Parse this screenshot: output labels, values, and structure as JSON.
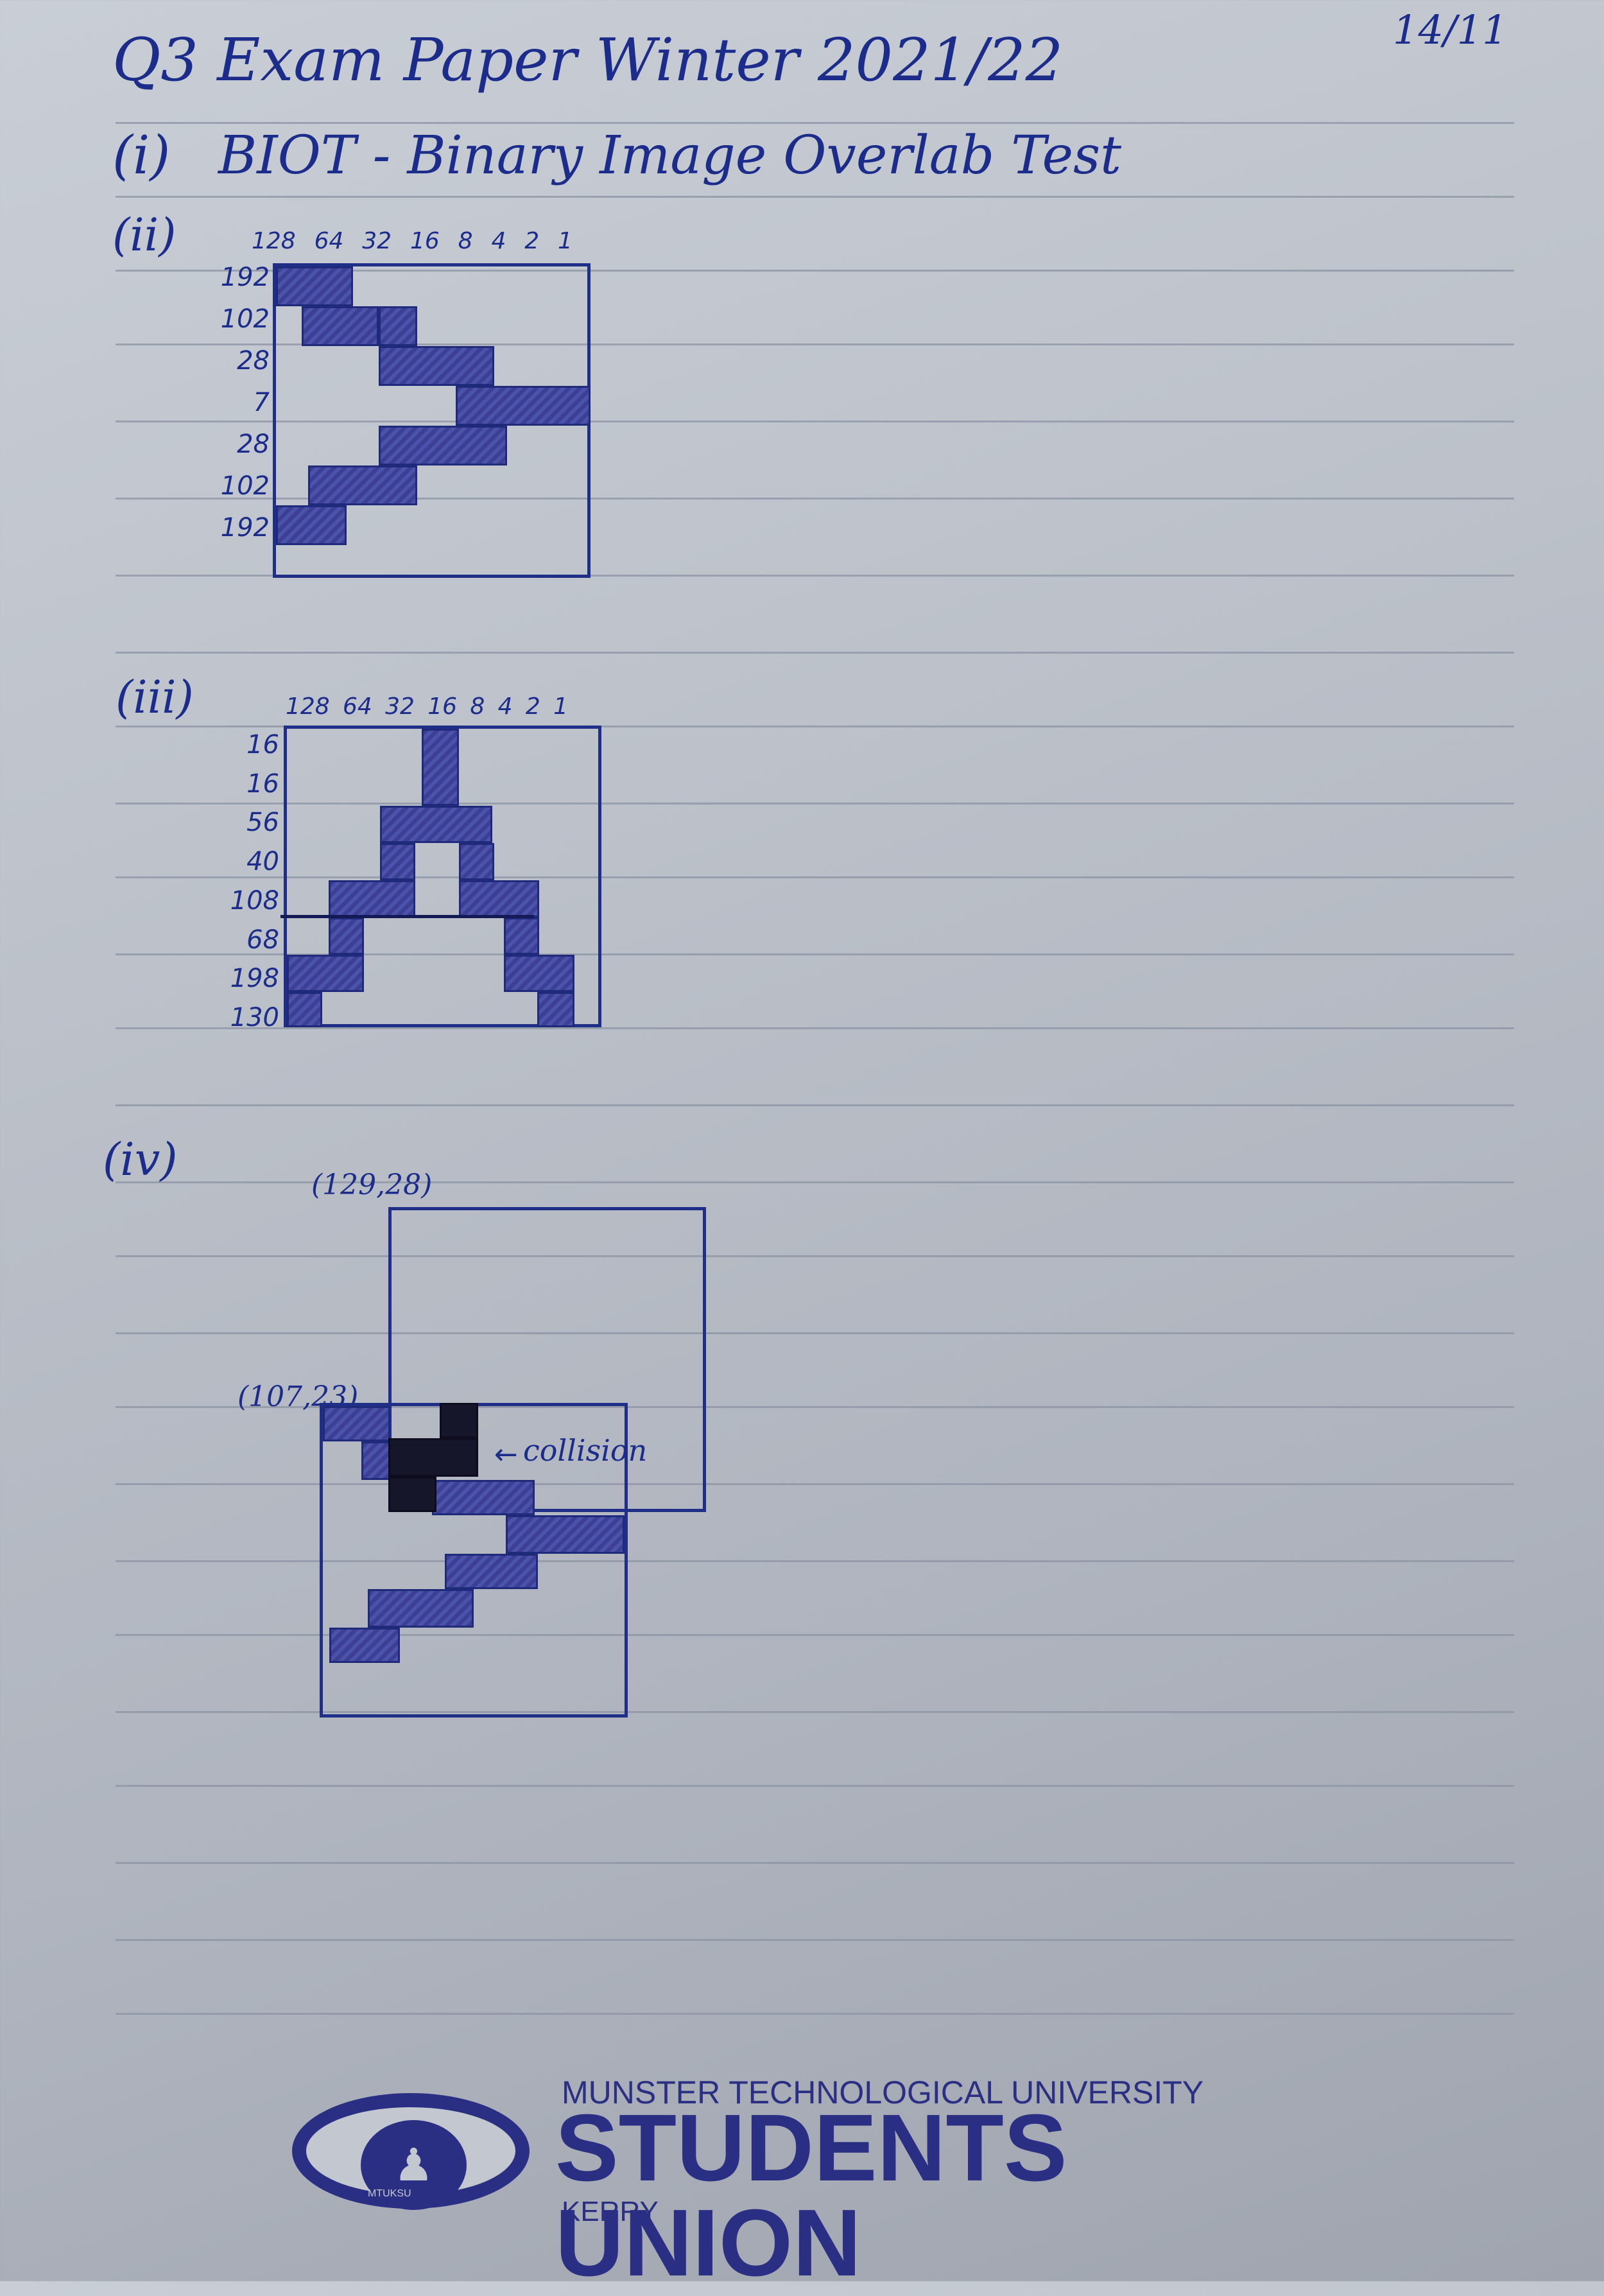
{
  "header": {
    "title": "Q3 Exam Paper Winter 2021/22",
    "date": "14/11"
  },
  "part_i": {
    "label": "(i)",
    "text": "BIOT - Binary Image Overlab Test"
  },
  "part_ii": {
    "label": "(ii)",
    "column_bits": [
      "128",
      "64",
      "32",
      "16",
      "8",
      "4",
      "2",
      "1"
    ],
    "row_values": [
      "192",
      "102",
      "28",
      "7",
      "28",
      "102",
      "192"
    ]
  },
  "part_iii": {
    "label": "(iii)",
    "column_bits": [
      "128",
      "64",
      "32",
      "16",
      "8",
      "4",
      "2",
      "1"
    ],
    "row_values": [
      "16",
      "16",
      "56",
      "40",
      "108",
      "68",
      "198",
      "130"
    ]
  },
  "part_iv": {
    "label": "(iv)",
    "top_box_coord": "(129,28)",
    "bottom_box_coord": "(107,23)",
    "collision_label": "collision"
  },
  "footer": {
    "university": "MUNSTER TECHNOLOGICAL UNIVERSITY",
    "union": "STUDENTS UNION",
    "campus": "KERRY",
    "logo_text": "MTUKSU"
  },
  "colors": {
    "ink": "#1c2c8a",
    "brand": "#2b2f83",
    "rule": "#8c93a3"
  }
}
